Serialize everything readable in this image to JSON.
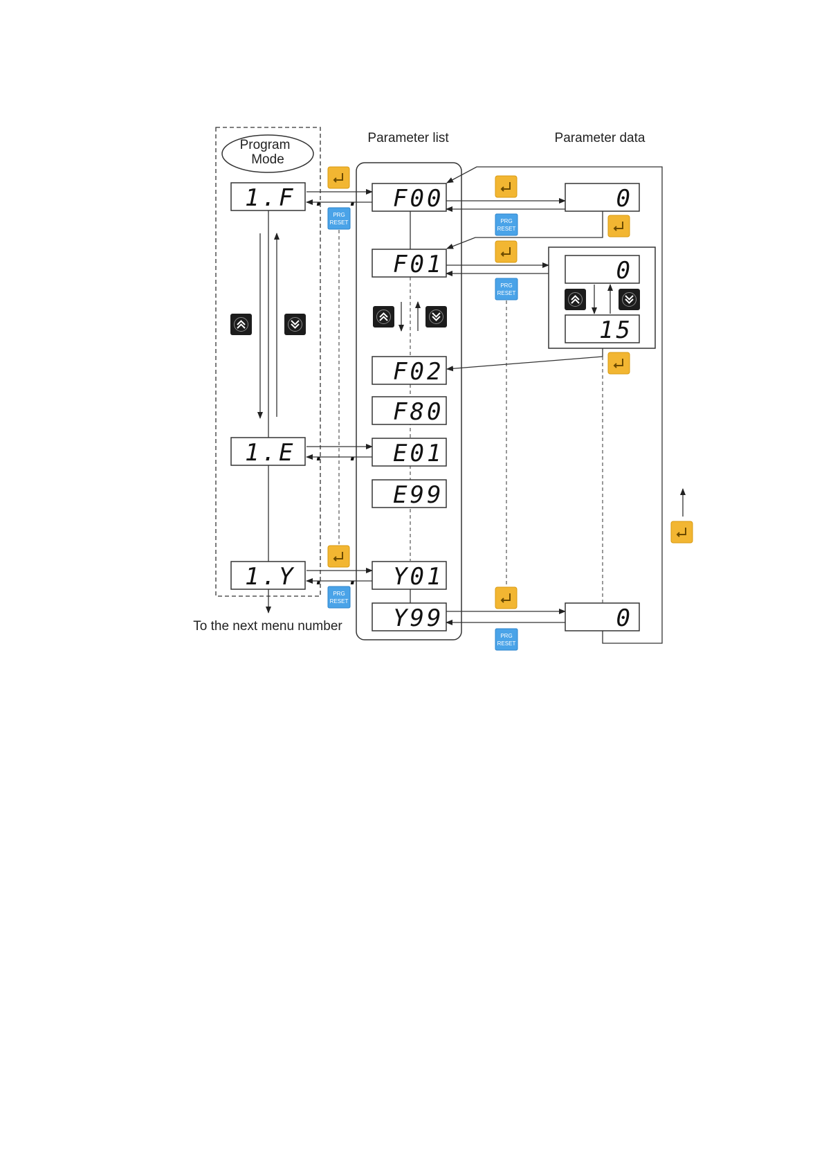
{
  "labels": {
    "program_mode_line1": "Program",
    "program_mode_line2": "Mode",
    "parameter_list": "Parameter list",
    "parameter_data": "Parameter data",
    "next_menu": "To the next menu number"
  },
  "menu_displays": [
    "1.F . .",
    "1.E . .",
    "1.Y . ."
  ],
  "parameter_displays": [
    "F00",
    "F01",
    "F02",
    "F80",
    "E01",
    "E99",
    "Y01",
    "Y99"
  ],
  "data_displays": {
    "f00_value": "0",
    "f01_value_top": "0",
    "f01_value_bottom": "15",
    "y99_value": "0"
  },
  "buttons": {
    "prg_reset_line1": "PRG",
    "prg_reset_line2": "RESET",
    "enter_icon": "enter-icon",
    "up_icon": "up-arrow-icon",
    "down_icon": "down-arrow-icon"
  },
  "colors": {
    "enter_button": "#f2b632",
    "prg_button": "#4aa3e8",
    "arrow_button": "#1c1c1c"
  }
}
